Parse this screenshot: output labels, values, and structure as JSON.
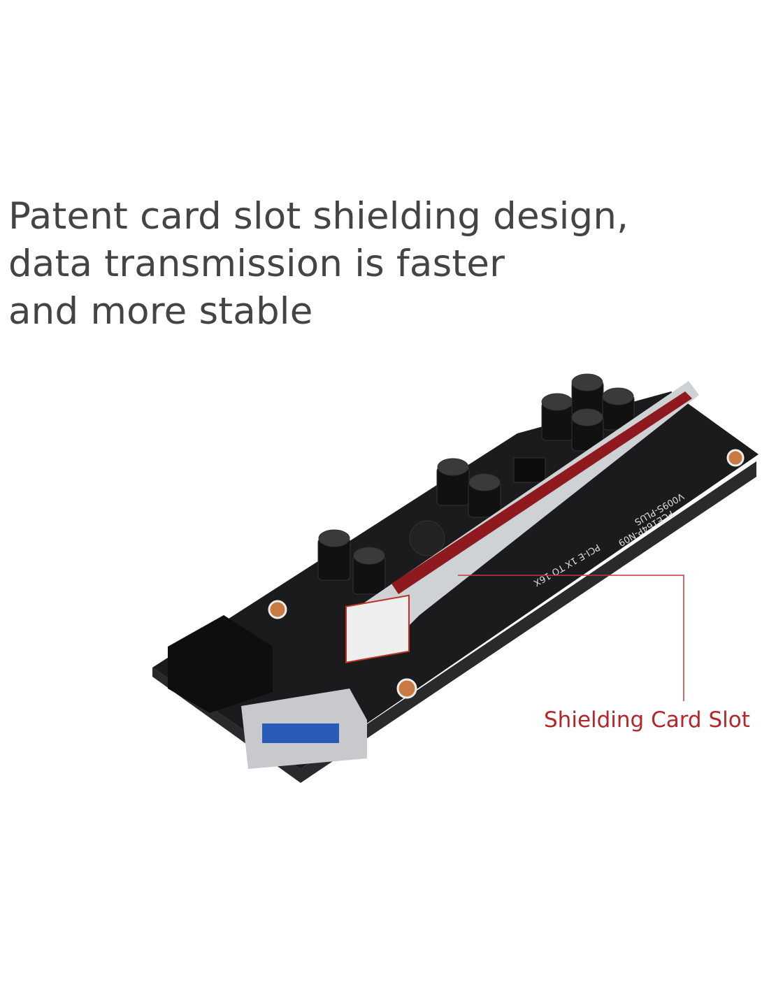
{
  "headline": {
    "lines": [
      "Patent card slot shielding design,",
      "data transmission is faster",
      "and more stable"
    ]
  },
  "callout": {
    "label": "Shielding Card Slot",
    "color": "#b3262a"
  },
  "product": {
    "silkscreen": {
      "model": "PCE164P-N09",
      "version": "V009S-PLUS",
      "spec": "PCI-E 1X TO 16X"
    }
  },
  "colors": {
    "text": "#444444",
    "pcb": "#1b1b1d",
    "slot_red": "#8e1a1f"
  }
}
